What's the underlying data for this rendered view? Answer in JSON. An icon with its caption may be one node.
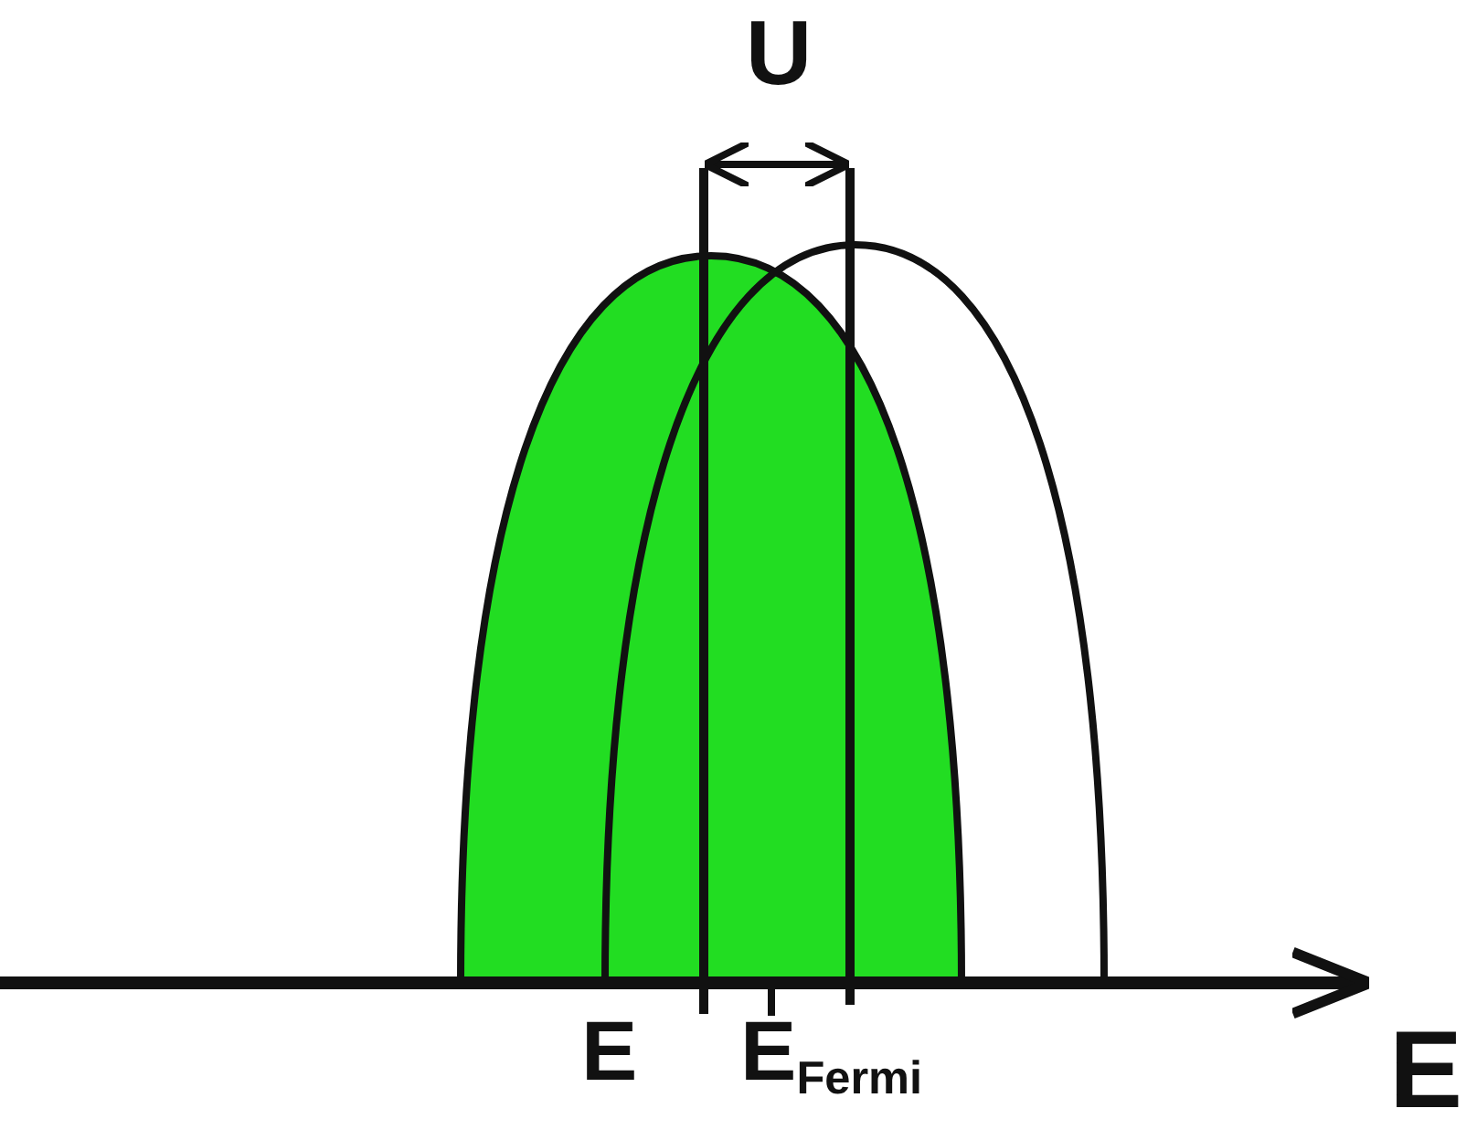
{
  "diagram": {
    "labels": [
      "U",
      "E",
      "E$_{Fermi}$",
      "E"
    ]
  }
}
